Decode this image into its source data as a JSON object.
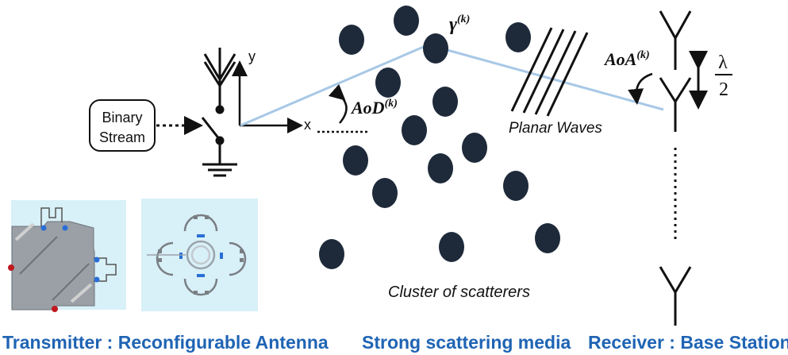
{
  "transmitter": {
    "input_label_line1": "Binary",
    "input_label_line2": "Stream",
    "axis_y": "y",
    "axis_x": "x",
    "aod_label": "AoD",
    "aod_superscript": "(k)"
  },
  "channel": {
    "gamma_label": "γ",
    "gamma_superscript": "(k)",
    "planar_waves_label": "Planar Waves",
    "cluster_label": "Cluster of scatterers"
  },
  "receiver": {
    "aoa_label": "AoA",
    "aoa_superscript": "(k)",
    "spacing_numerator": "λ",
    "spacing_denominator": "2"
  },
  "captions": {
    "transmitter": "Transmitter : Reconfigurable Antenna",
    "media": "Strong scattering media",
    "receiver": "Receiver : Base Station"
  },
  "colors": {
    "ray": "#a8c8e6",
    "caption": "#1f64b4",
    "scatterer": "#1e2a3a",
    "antenna_panel": "#d8f0f8",
    "pcb_gray": "#9aa0a6"
  }
}
